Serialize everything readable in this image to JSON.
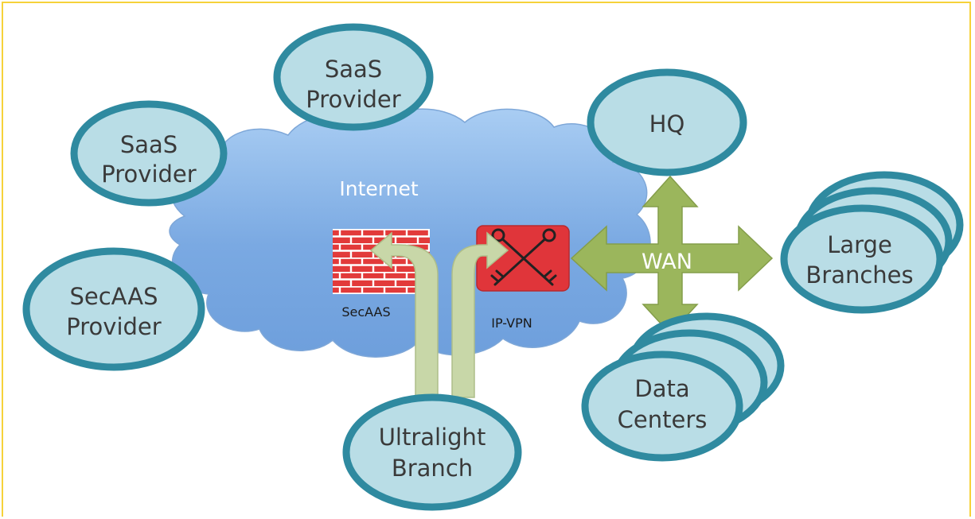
{
  "cloud": {
    "label": "Internet"
  },
  "services": {
    "secaas_label": "SecAAS",
    "ipvpn_label": "IP-VPN"
  },
  "wan": {
    "label": "WAN"
  },
  "nodes": {
    "saas_top": [
      "SaaS",
      "Provider"
    ],
    "saas_left": [
      "SaaS",
      "Provider"
    ],
    "secaas_provider": [
      "SecAAS",
      "Provider"
    ],
    "hq": [
      "HQ"
    ],
    "large_branches": [
      "Large",
      "Branches"
    ],
    "data_centers": [
      "Data",
      "Centers"
    ],
    "ultralight": [
      "Ultralight",
      "Branch"
    ]
  },
  "colors": {
    "node_fill": "#b9dde6",
    "node_stroke": "#2f8aa0",
    "cloud_fill": "#7fb0e6",
    "arrow_green": "#9bb65c",
    "path_fill": "#c8d7a8",
    "vpn_red": "#e0353a",
    "brick": "#e23a3a",
    "frame": "#f6d23a"
  }
}
